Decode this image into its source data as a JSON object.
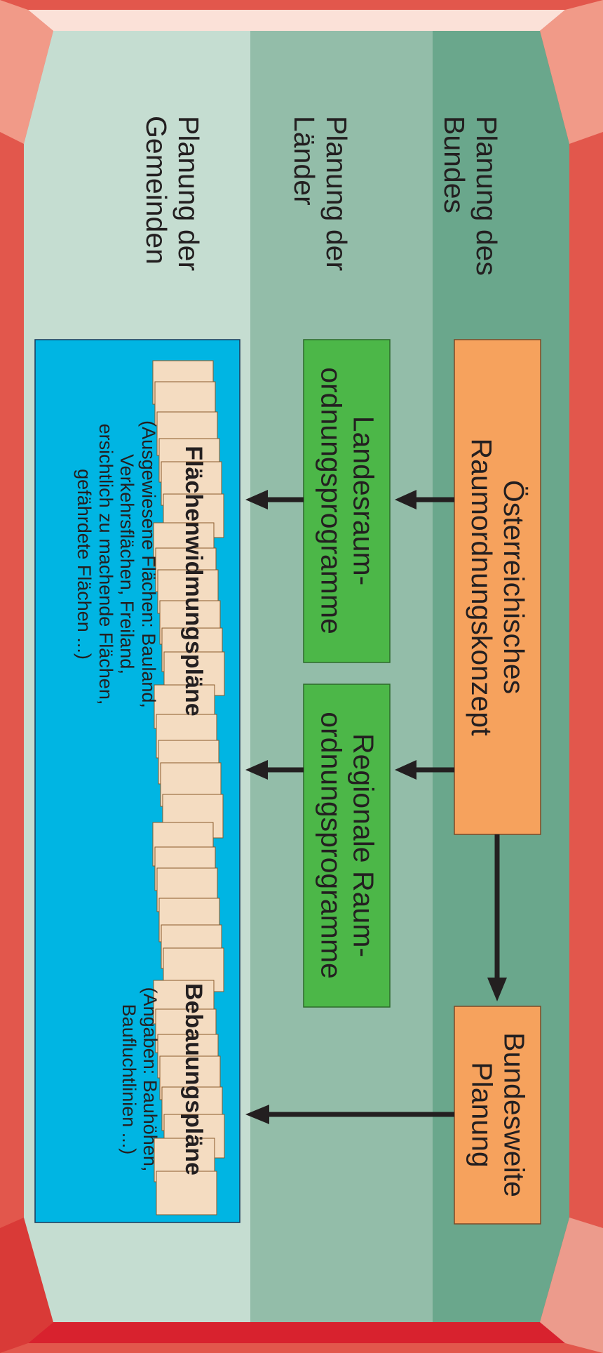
{
  "colors": {
    "frame_outer": "#e2574c",
    "frame_light": "#f0a191",
    "tier_federal": "#6aa78c",
    "tier_state": "#93bda9",
    "tier_municipal": "#c5ddd1",
    "box_orange": "#f6a25d",
    "box_green": "#4cb748",
    "box_blue": "#00b5e3",
    "sheet": "#f4dcc1",
    "arrow": "#231f20"
  },
  "tiers": {
    "federal": "Planung des\nBundes",
    "state": "Planung der\nLänder",
    "municipal": "Planung der\nGemeinden"
  },
  "boxes": {
    "oerok": "Österreichisches\nRaumordnungskonzept",
    "bundesweite": "Bundesweite\nPlanung",
    "landes": "Landesraum-\nordnungsprogramme",
    "regionale": "Regionale Raum-\nordnungsprogramme"
  },
  "municipal_plans": {
    "fwp_title": "Flächenwidmungspläne",
    "fwp_note": "(Ausgewiesene Flächen: Bauland,\nVerkehrsflächen, Freiland,\nersichtlich zu machende Flächen,\ngefährdete Flächen ...)",
    "bp_title": "Bebauungspläne",
    "bp_note": "(Angaben: Bauhöhen,\nBaufluchtlinien ...)"
  }
}
